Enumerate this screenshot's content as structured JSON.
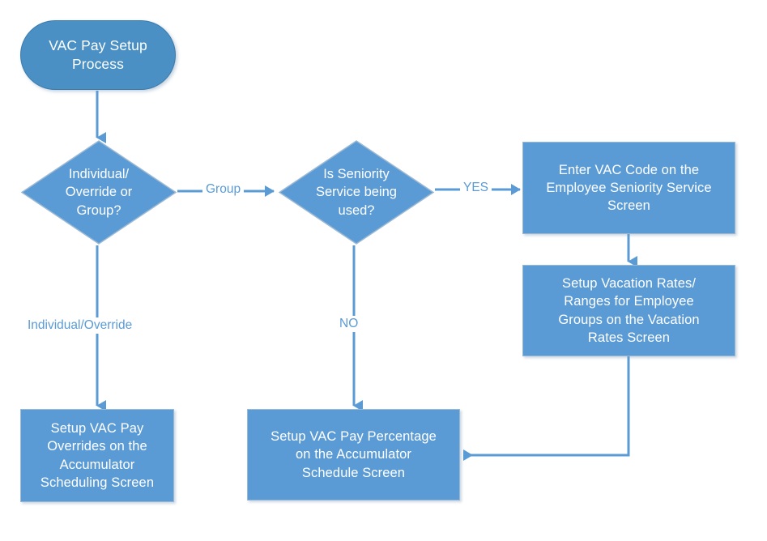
{
  "diagram": {
    "title": "VAC Pay Setup Process",
    "colors": {
      "node_fill": "#5B9BD5",
      "terminator_fill": "#4A90C4",
      "connector": "#5B9BD5",
      "label_text": "#5B9BD5",
      "node_text": "#FFFFFF",
      "background": "#FFFFFF"
    },
    "nodes": {
      "start": {
        "label": "VAC Pay Setup\nProcess",
        "shape": "terminator"
      },
      "decision_individual_group": {
        "label": "Individual/\nOverride or\nGroup?",
        "shape": "decision"
      },
      "decision_seniority": {
        "label": "Is Seniority\nService being\nused?",
        "shape": "decision"
      },
      "enter_vac_code": {
        "label": "Enter VAC Code on the\nEmployee Seniority Service\nScreen",
        "shape": "process"
      },
      "setup_vacation_rates": {
        "label": "Setup Vacation Rates/\nRanges for Employee\nGroups on the Vacation\nRates Screen",
        "shape": "process"
      },
      "setup_overrides": {
        "label": "Setup VAC Pay\nOverrides on the\nAccumulator\nScheduling Screen",
        "shape": "process"
      },
      "setup_percentage": {
        "label": "Setup VAC Pay Percentage\non the Accumulator\nSchedule Screen",
        "shape": "process"
      }
    },
    "edge_labels": {
      "group": "Group",
      "yes": "YES",
      "no": "NO",
      "individual_override": "Individual/Override"
    }
  }
}
